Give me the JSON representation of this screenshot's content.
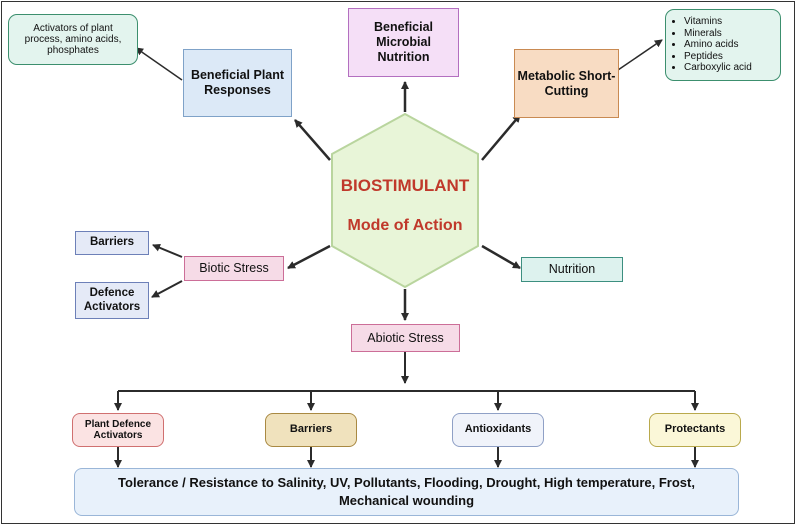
{
  "center": {
    "title": "BIOSTIMULANT",
    "subtitle": "Mode of Action"
  },
  "nodes": {
    "beneficial_plant_responses": "Beneficial Plant Responses",
    "beneficial_microbial_nutrition": "Beneficial Microbial Nutrition",
    "metabolic_short_cutting": "Metabolic Short-Cutting",
    "activators_note": "Activators of plant process, amino acids, phosphates",
    "biotic_stress": "Biotic Stress",
    "barriers_top": "Barriers",
    "defence_activators": "Defence Activators",
    "nutrition": "Nutrition",
    "abiotic_stress": "Abiotic Stress",
    "plant_defence_activators": "Plant Defence Activators",
    "barriers_bottom": "Barriers",
    "antioxidants": "Antioxidants",
    "protectants": "Protectants",
    "tolerance": "Tolerance / Resistance to Salinity, UV, Pollutants, Flooding, Drought, High temperature, Frost, Mechanical wounding"
  },
  "metabolic_list": [
    "Vitamins",
    "Minerals",
    "Amino acids",
    "Peptides",
    "Carboxylic acid"
  ],
  "colors": {
    "hexagon_fill": "#e8f5d8",
    "hexagon_stroke": "#b9d59e",
    "center_text": "#c0392b",
    "arrow": "#2b2b2b"
  }
}
